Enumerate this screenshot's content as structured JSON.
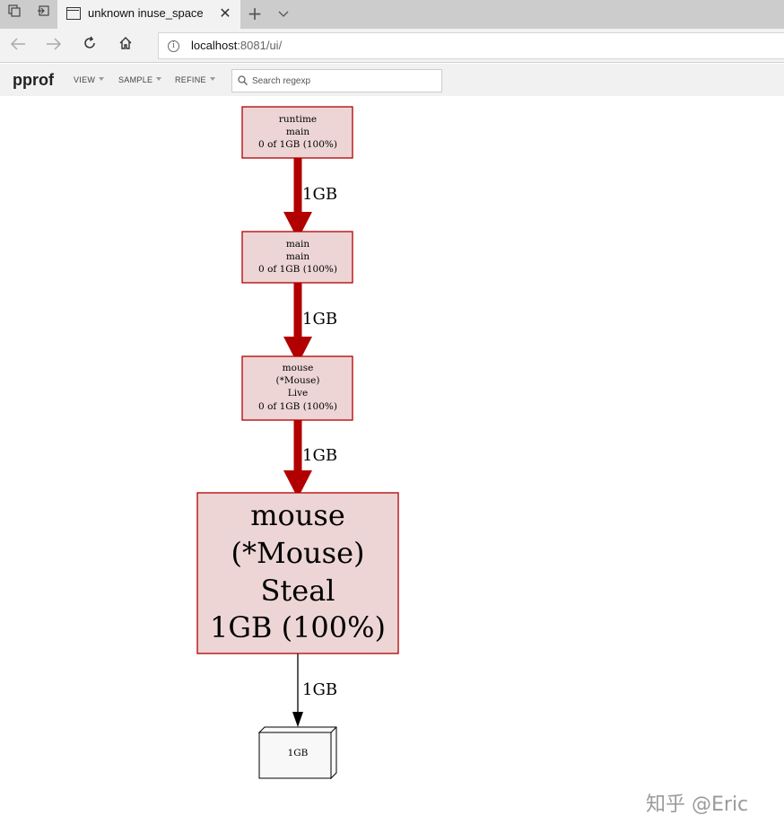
{
  "tab": {
    "title": "unknown inuse_space"
  },
  "address": {
    "host": "localhost",
    "rest": ":8081/ui/"
  },
  "toolbar": {
    "title": "pprof",
    "menus": [
      "VIEW",
      "SAMPLE",
      "REFINE"
    ],
    "search_placeholder": "Search regexp"
  },
  "graph": {
    "nodes": [
      {
        "lines": [
          "runtime",
          "main",
          "0 of 1GB (100%)"
        ]
      },
      {
        "lines": [
          "main",
          "main",
          "0 of 1GB (100%)"
        ]
      },
      {
        "lines": [
          "mouse",
          "(*Mouse)",
          "Live",
          "0 of 1GB (100%)"
        ]
      },
      {
        "lines": [
          "mouse",
          "(*Mouse)",
          "Steal",
          "1GB (100%)"
        ]
      }
    ],
    "edges": [
      "1GB",
      "1GB",
      "1GB",
      "1GB"
    ],
    "leaf_label": "1GB",
    "colors": {
      "node_fill": "#edd5d5",
      "node_border": "#b20000",
      "edge_hot": "#b20000",
      "edge_normal": "#000000"
    }
  },
  "watermark": "知乎 @Eric"
}
